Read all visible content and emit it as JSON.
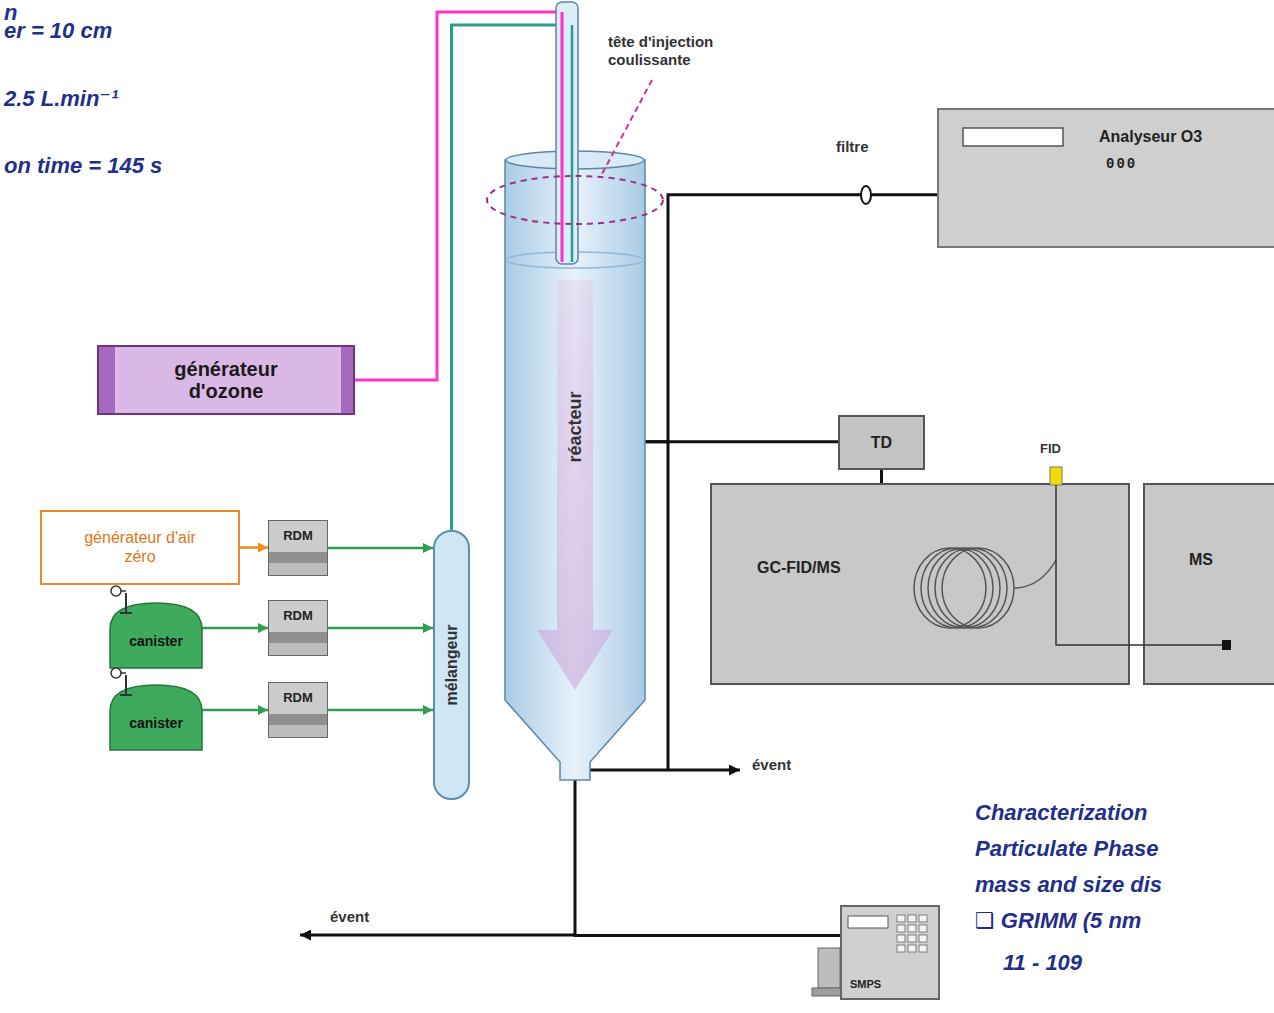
{
  "diagram": {
    "nodes": [
      {
        "text": [
          "générateur d'ozone"
        ]
      },
      {
        "text": [
          "réacteur"
        ]
      },
      {
        "text": [
          "Analyseur O3",
          "000"
        ]
      },
      {
        "text": [
          "TD"
        ]
      },
      {
        "text": [
          "GC-FID/MS"
        ]
      },
      {
        "text": [
          "MS"
        ]
      },
      {
        "text": [
          "générateur d'air zéro"
        ]
      },
      {
        "text": [
          "RDM"
        ]
      },
      {
        "text": [
          "RDM"
        ]
      },
      {
        "text": [
          "RDM"
        ]
      },
      {
        "text": [
          "mélangeur"
        ]
      },
      {
        "text": [
          "canister"
        ]
      },
      {
        "text": [
          "canister"
        ]
      },
      {
        "text": [
          "SMPS"
        ]
      }
    ],
    "edges": [
      {
        "from": 0,
        "to": 1,
        "arrow": "none"
      },
      {
        "from": 10,
        "to": 1,
        "arrow": "none"
      },
      {
        "from": 6,
        "to": 7,
        "arrow": "to"
      },
      {
        "from": 11,
        "to": 8,
        "arrow": "to"
      },
      {
        "from": 12,
        "to": 9,
        "arrow": "to"
      },
      {
        "from": 7,
        "to": 10,
        "arrow": "to"
      },
      {
        "from": 8,
        "to": 10,
        "arrow": "to"
      },
      {
        "from": 9,
        "to": 10,
        "arrow": "to"
      },
      {
        "from": 1,
        "to": 2,
        "arrow": "none"
      },
      {
        "from": 1,
        "to": 3,
        "arrow": "none"
      },
      {
        "from": 3,
        "to": 4,
        "arrow": "none"
      },
      {
        "from": 4,
        "to": 5,
        "arrow": "none"
      },
      {
        "from": 1,
        "to": 13,
        "arrow": "none"
      }
    ],
    "labels": [
      "n",
      "er = 10 cm",
      "2.5 L.min⁻¹",
      "on time = 145 s",
      "tête d'injection coulissante",
      "filtre",
      "FID",
      "évent",
      "évent",
      "Characterization",
      "Particulate Phase",
      "mass and size dis",
      "❑ GRIMM (5 nm",
      "11 - 109"
    ]
  }
}
